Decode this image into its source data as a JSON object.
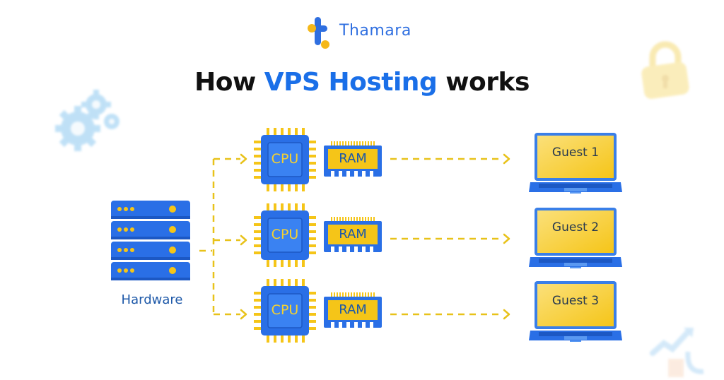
{
  "brand": {
    "name": "Thamara",
    "logo_icon": "thamara-t-logo-icon",
    "colors": {
      "blue": "#2f6fe0",
      "yellow": "#f5c518"
    }
  },
  "title": {
    "prefix": "How ",
    "highlight": "VPS Hosting",
    "suffix": " works",
    "highlight_color": "#1a6fe8"
  },
  "hardware": {
    "label": "Hardware",
    "icon": "server-rack-icon"
  },
  "resources": [
    {
      "cpu_label": "CPU",
      "ram_label": "RAM",
      "guest_label": "Guest 1"
    },
    {
      "cpu_label": "CPU",
      "ram_label": "RAM",
      "guest_label": "Guest 2"
    },
    {
      "cpu_label": "CPU",
      "ram_label": "RAM",
      "guest_label": "Guest 3"
    }
  ],
  "decorations": [
    "gears-icon",
    "padlock-icon",
    "growth-chart-icon"
  ],
  "colors": {
    "component_blue": "#2a6fe6",
    "connector_yellow": "#e8c21a",
    "screen_yellow": "#f8d84a",
    "label_dark": "#26384f"
  }
}
